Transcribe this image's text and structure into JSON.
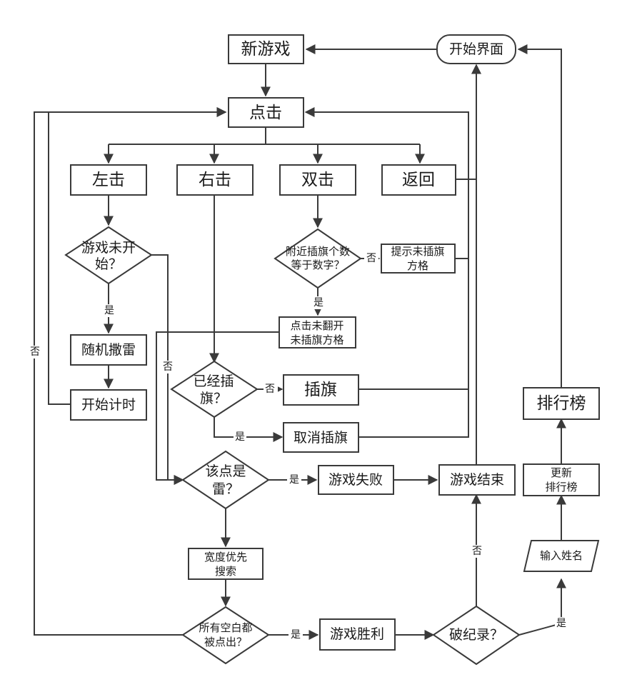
{
  "nodes": {
    "new_game": "新游戏",
    "start_screen": "开始界面",
    "click": "点击",
    "left_click": "左击",
    "right_click": "右击",
    "double_click": "双击",
    "back": "返回",
    "game_not_started": [
      "游戏未开",
      "始？"
    ],
    "flags_equal_number": [
      "附近插旗个数",
      "等于数字？"
    ],
    "hint_unflagged": [
      "提示未插旗",
      "方格"
    ],
    "random_mines": "随机撒雷",
    "click_unflagged": [
      "点击未翻开",
      "未插旗方格"
    ],
    "start_timer": "开始计时",
    "already_flagged": [
      "已经插",
      "旗？"
    ],
    "place_flag": "插旗",
    "cancel_flag": "取消插旗",
    "is_mine": [
      "该点是",
      "雷？"
    ],
    "game_fail": "游戏失败",
    "game_over": "游戏结束",
    "update_rank": [
      "更新",
      "排行榜"
    ],
    "leaderboard": "排行榜",
    "bfs": [
      "宽度优先",
      "搜索"
    ],
    "input_name": "输入姓名",
    "all_blank_clicked": [
      "所有空白都",
      "被点出？"
    ],
    "game_win": "游戏胜利",
    "break_record": "破纪录？"
  },
  "edge_labels": {
    "yes": "是",
    "no": "否"
  }
}
